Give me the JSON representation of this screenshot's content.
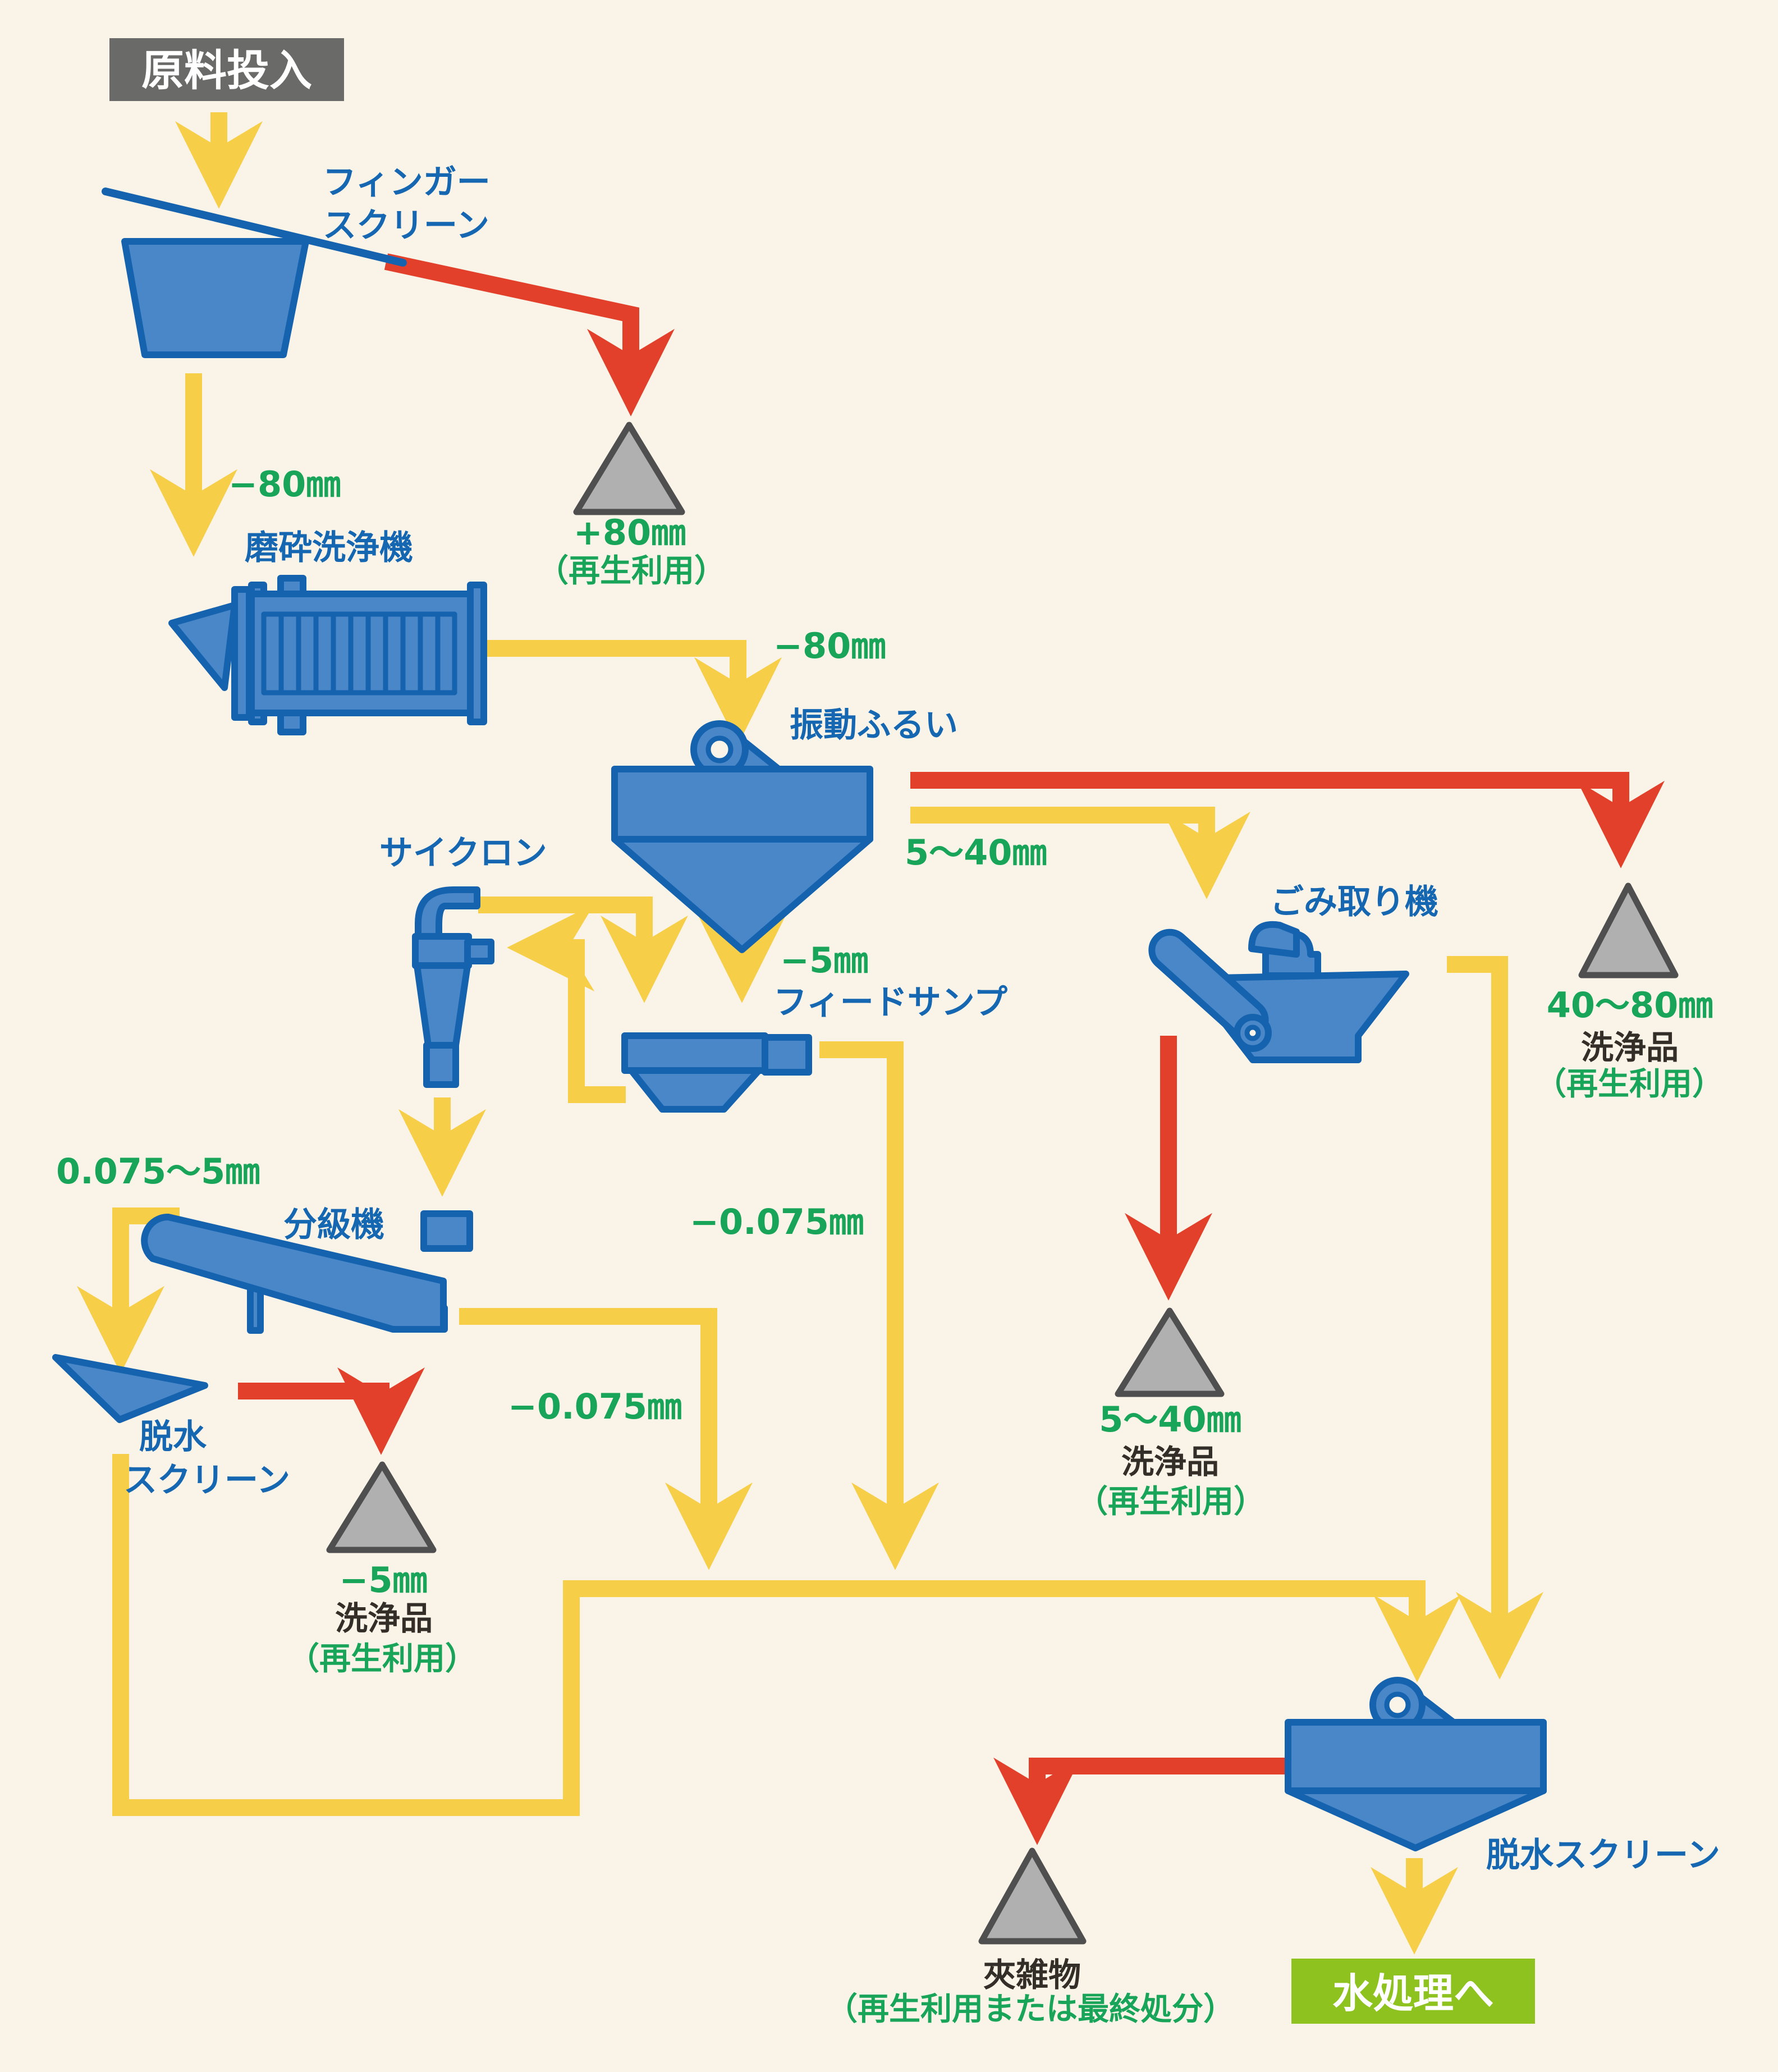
{
  "colors": {
    "background": "#FAF3E7",
    "machine_fill": "#4A87C8",
    "machine_stroke": "#1563AE",
    "flow_yellow": "#F7CE48",
    "flow_red": "#E2402A",
    "label_blue": "#1667B2",
    "label_green": "#18A559",
    "label_dark": "#332E28",
    "stockpile_fill": "#B0B0B0",
    "input_box_fill": "#6A6A68",
    "water_box_fill": "#8DC21F"
  },
  "nodes": {
    "raw_input": {
      "label": "原料投入"
    },
    "finger_screen": {
      "line1": "フィンガー",
      "line2": "スクリーン"
    },
    "mill": {
      "label": "磨砕洗浄機"
    },
    "vibrating_screen": {
      "label": "振動ふるい"
    },
    "cyclone": {
      "label": "サイクロン"
    },
    "feed_sump": {
      "label": "フィードサンプ"
    },
    "trash_remover": {
      "label": "ごみ取り機"
    },
    "classifier": {
      "label": "分級機"
    },
    "dewatering_screen_left": {
      "line1": "脱水",
      "line2": "スクリーン"
    },
    "dewatering_screen_final": {
      "label": "脱水スクリーン"
    },
    "water_treatment": {
      "label": "水処理へ"
    }
  },
  "stream_labels": {
    "minus_80_a": "−80㎜",
    "minus_80_b": "−80㎜",
    "range_5_40": "5〜40㎜",
    "minus_5": "−5㎜",
    "range_0075_5": "0.075〜5㎜",
    "minus_0075_a": "−0.075㎜",
    "minus_0075_b": "−0.075㎜"
  },
  "stockpiles": {
    "plus_80": {
      "size": "+80㎜",
      "note": "（再生利用）"
    },
    "range_40_80": {
      "size": "40〜80㎜",
      "product": "洗浄品",
      "note": "（再生利用）"
    },
    "range_5_40": {
      "size": "5〜40㎜",
      "product": "洗浄品",
      "note": "（再生利用）"
    },
    "minus_5": {
      "size": "−5㎜",
      "product": "洗浄品",
      "note": "（再生利用）"
    },
    "impurities": {
      "name": "夾雑物",
      "note": "（再生利用または最終処分）"
    }
  }
}
